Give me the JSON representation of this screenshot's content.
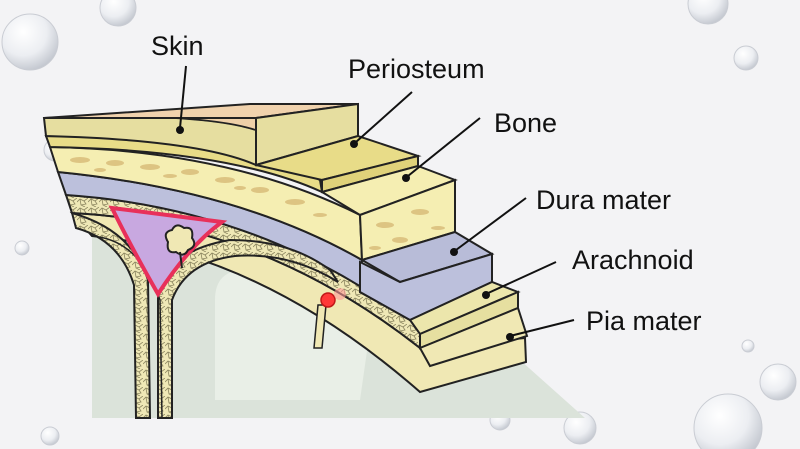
{
  "labels": {
    "skin": "Skin",
    "periosteum": "Periosteum",
    "bone": "Bone",
    "dura_mater": "Dura mater",
    "arachnoid": "Arachnoid",
    "pia_mater": "Pia mater"
  },
  "colors": {
    "background": "#f3f3f5",
    "skin": "#eed0a8",
    "periosteum": "#e8dc88",
    "bone": "#f5eeb2",
    "bone_spots": "#ddc482",
    "dura_mater": "#bcc0dc",
    "arachnoid": "#ece6ac",
    "pia_mater": "#f0e8b4",
    "brain": "#dbe3da",
    "sinus_fill": "#c8a8e0",
    "sinus_outline": "#e8305a",
    "vessel": "#ff3838",
    "outline": "#222222"
  }
}
